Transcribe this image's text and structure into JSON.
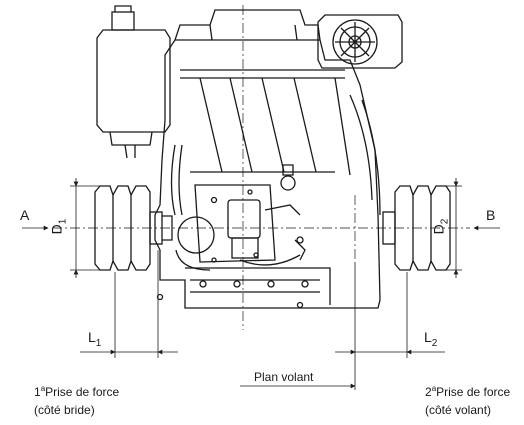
{
  "labels": {
    "arrow_a": "A",
    "arrow_b": "B",
    "d1": "D",
    "d1_sub": "1",
    "d2": "D",
    "d2_sub": "2",
    "l1": "L",
    "l1_sub": "1",
    "l2": "L",
    "l2_sub": "2",
    "plan_volant": "Plan volant"
  },
  "pto1": {
    "number": "1",
    "ordinal": "a",
    "title": "Prise de force",
    "subtitle": "(côté bride)"
  },
  "pto2": {
    "number": "2",
    "ordinal": "a",
    "title": "Prise de force",
    "subtitle": "(côté volant)"
  },
  "colors": {
    "line": "#1a1a1a",
    "background": "#ffffff"
  }
}
